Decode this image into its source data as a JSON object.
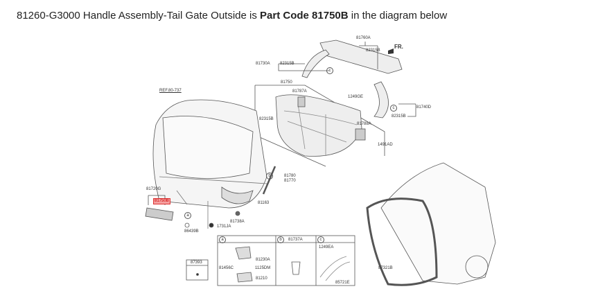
{
  "caption": {
    "prefix": "81260-G3000 Handle Assembly-Tail Gate Outside is",
    "bold": "Part Code 81750B",
    "suffix": "in the diagram below"
  },
  "diagram": {
    "highlight_color": "#f5a0a0",
    "labels": {
      "l81760A": "81760A",
      "l82315B_a": "82315B",
      "fr": "FR.",
      "l81730A": "81730A",
      "l82315B_b": "82315B",
      "l81750": "81750",
      "l81787A": "81787A",
      "l1249GE": "1249GE",
      "l81740D": "81740D",
      "l82315B_c": "82315B",
      "l82315B_d": "82315B",
      "l81788A": "81788A",
      "l1491AD": "1491AD",
      "ref": "REF.80-737",
      "l81780": "81780",
      "l81770": "81770",
      "l81720G": "81720G",
      "l81750B": "81750B",
      "l81163": "81163",
      "l81738A": "81738A",
      "l1731JA": "1731JA",
      "l86439B": "86439B",
      "l87393": "87393",
      "l87321B": "87321B",
      "l81230A": "81230A",
      "l81456C": "81456C",
      "l1125DM": "1125DM",
      "l81210": "81210",
      "l81737A": "81737A",
      "l1249EA": "1249EA",
      "l85721E": "85721E"
    },
    "callouts": {
      "a": "a",
      "b": "b",
      "c": "c"
    }
  }
}
